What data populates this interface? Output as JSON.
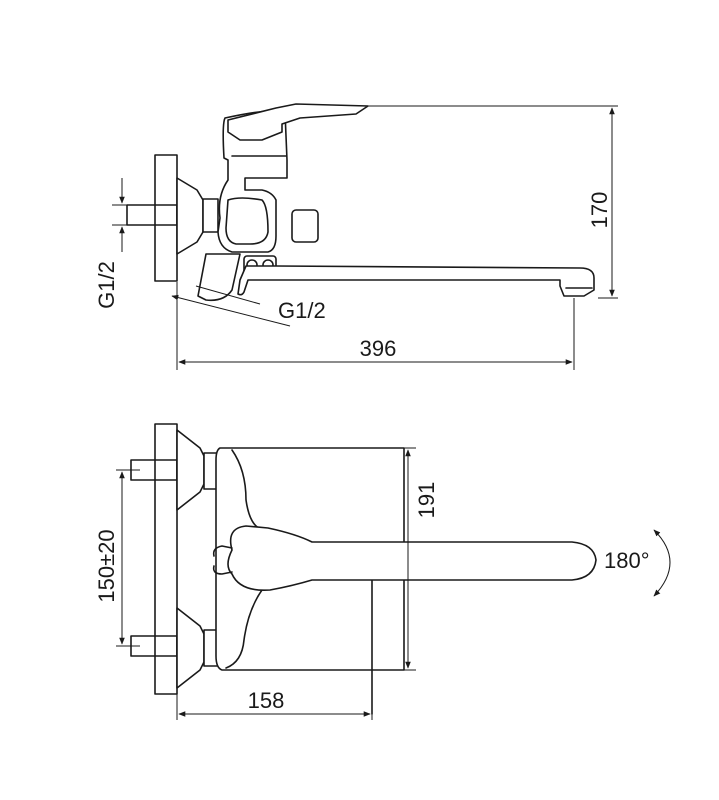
{
  "side_view": {
    "height_label": "170",
    "length_label": "396",
    "inlet_thread_label": "G1/2",
    "outlet_thread_label": "G1/2"
  },
  "front_view": {
    "centers_label": "150±20",
    "body_height_label": "191",
    "body_depth_label": "158",
    "rotation_label": "180°"
  }
}
